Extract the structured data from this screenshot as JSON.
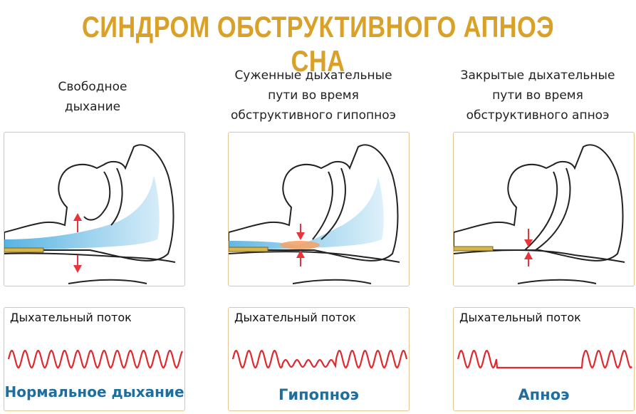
{
  "title": "СИНДРОМ ОБСТРУКТИВНОГО АПНОЭ СНА",
  "columns": [
    {
      "caption": [
        "Свободное",
        "дыхание"
      ],
      "flow_label": "Дыхательный поток",
      "result": "Нормальное дыхание",
      "airway_state": "open"
    },
    {
      "caption": [
        "Суженные дыхательные",
        "пути во время",
        "обструктивного гипопноэ"
      ],
      "flow_label": "Дыхательный поток",
      "result": "Гипопноэ",
      "airway_state": "narrowed"
    },
    {
      "caption": [
        "Закрытые дыхательные",
        "пути во время",
        "обструктивного апноэ"
      ],
      "flow_label": "Дыхательный поток",
      "result": "Апноэ",
      "airway_state": "closed"
    }
  ],
  "colors": {
    "title": "#d9a127",
    "border": "#e3c695",
    "wave": "#e0282d",
    "result_text": "#1e6f9f",
    "air": "#5bb8e6",
    "arrow": "#e8343a",
    "tube": "#d8b64a"
  }
}
